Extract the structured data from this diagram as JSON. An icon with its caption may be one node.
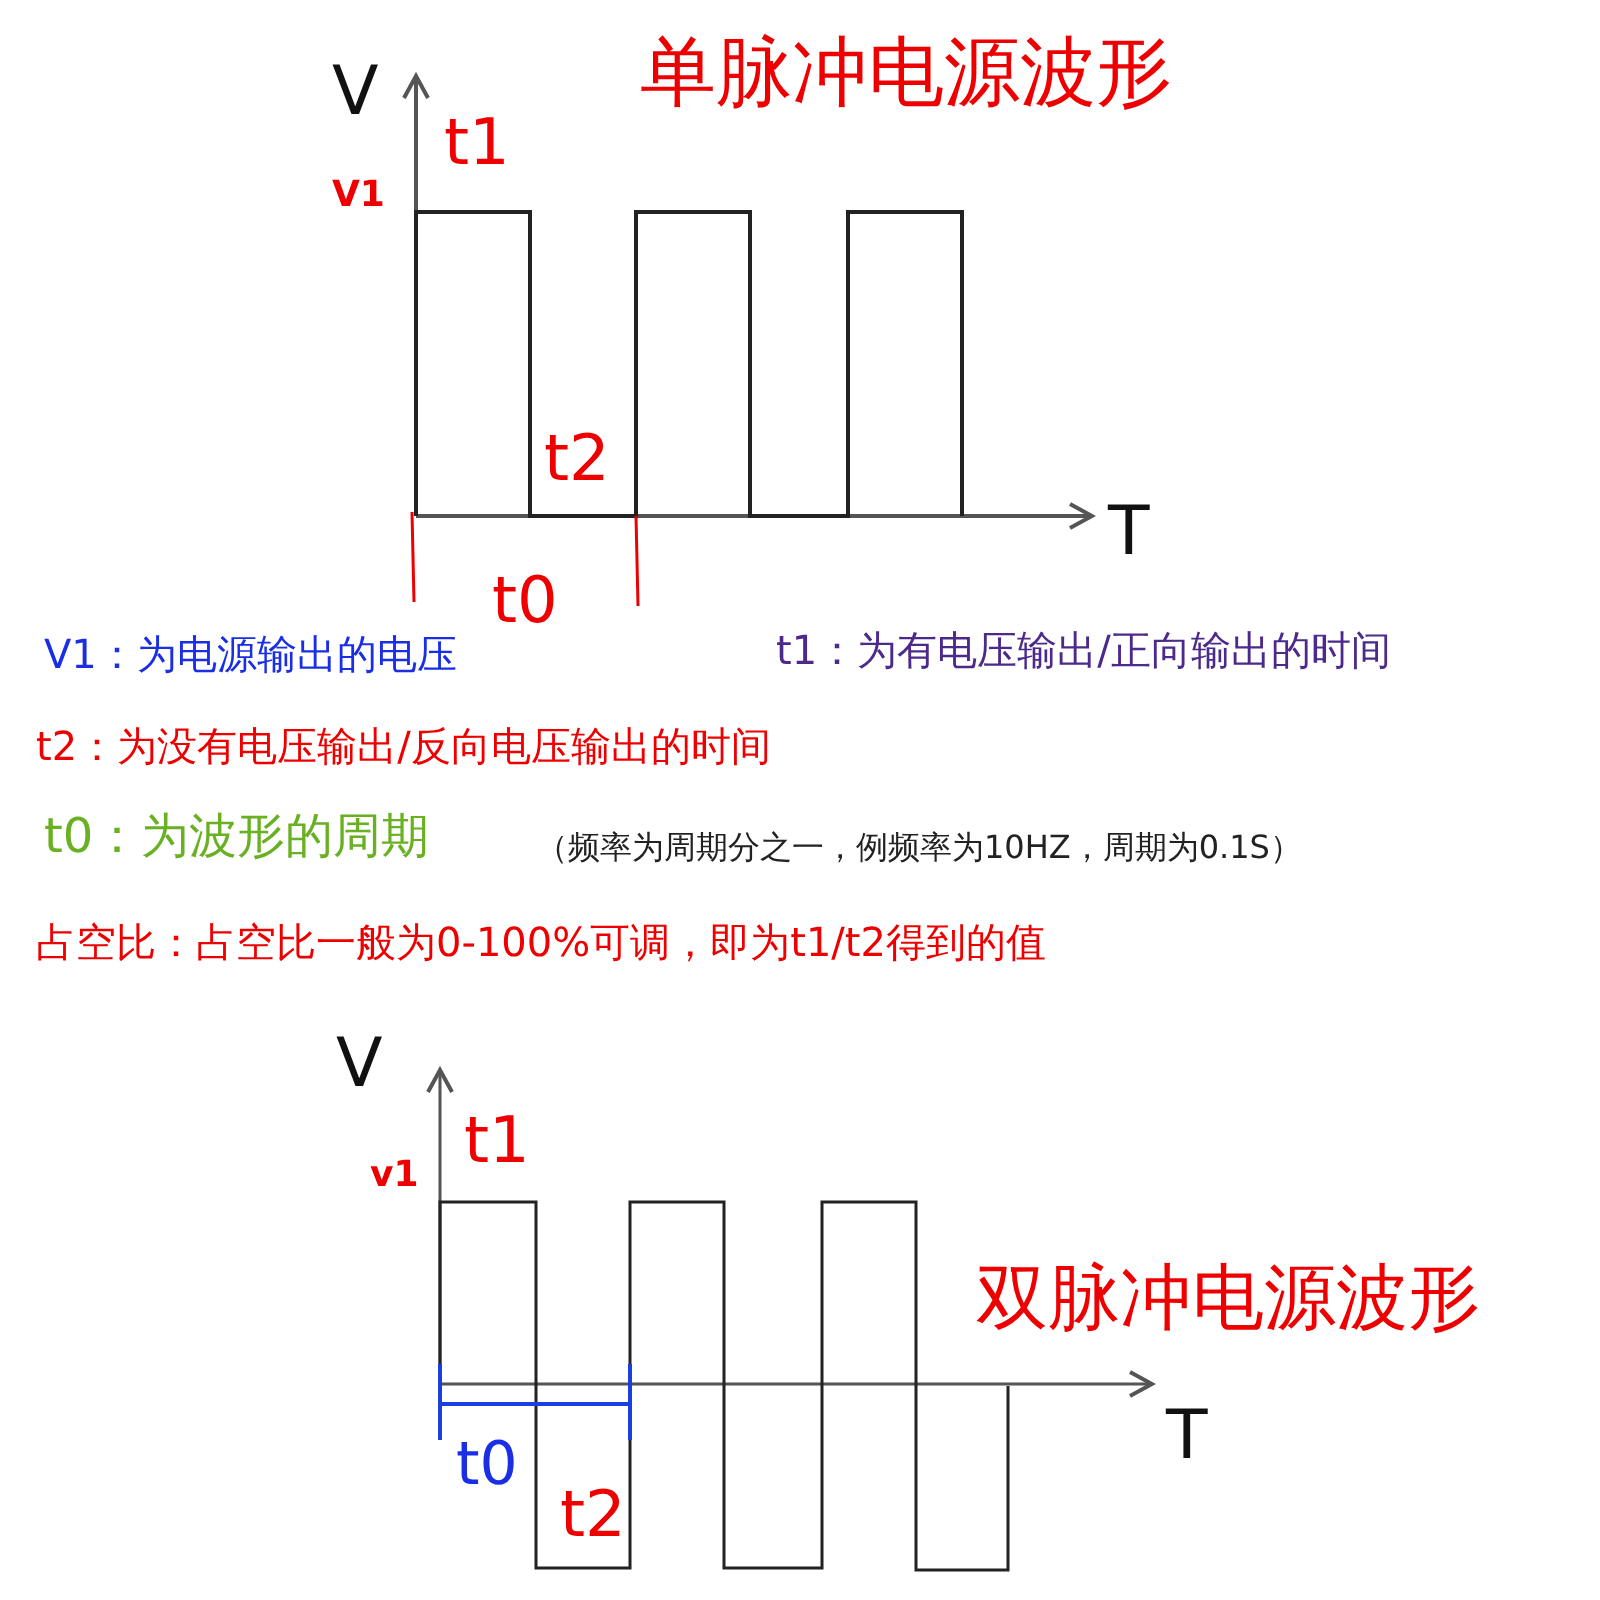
{
  "diagram": {
    "labels": [
      "V",
      "单脉冲电源波形",
      "t1",
      "V1",
      "t2",
      "T",
      "t0",
      "V1：为电源输出的电压",
      "t1：为有电压输出/正向输出的时间",
      "t2：为没有电压输出/反向电压输出的时间",
      "t0：为波形的周期",
      "（频率为周期分之一，例频率为10HZ，周期为0.1S）",
      "占空比：占空比一般为0-100%可调，即为t1/t2得到的值",
      "V",
      "t1",
      "v1",
      "双脉冲电源波形",
      "T",
      "t0",
      "t2"
    ]
  }
}
